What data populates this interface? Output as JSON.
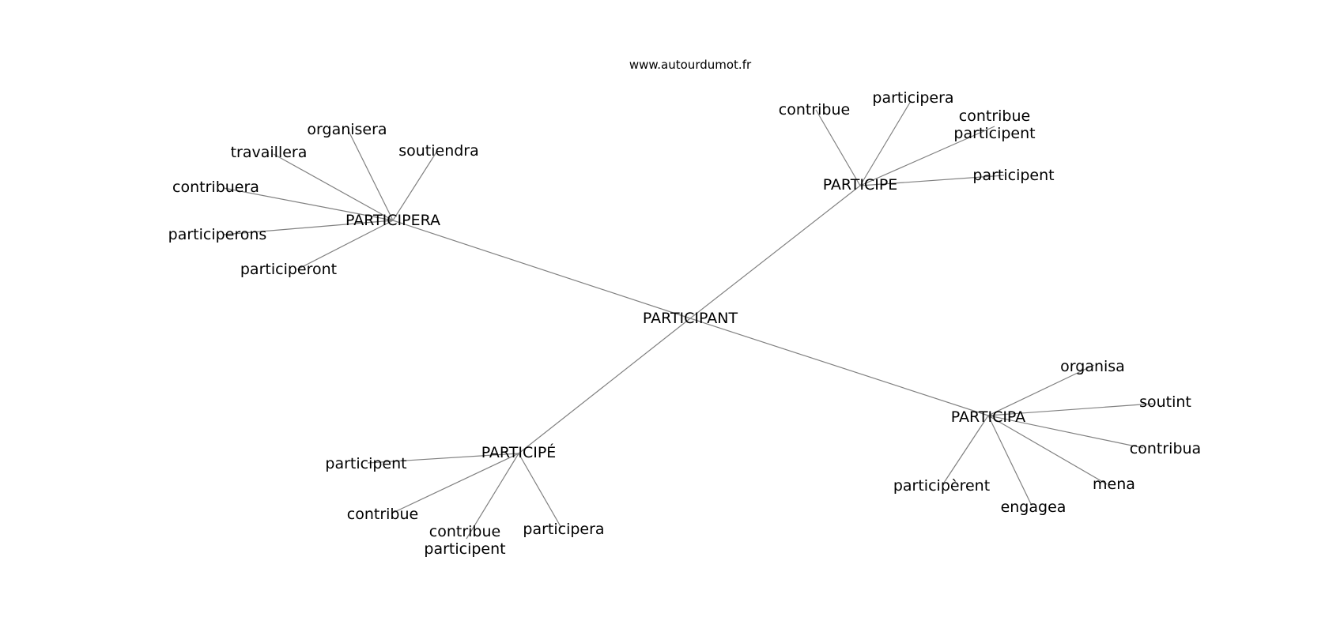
{
  "watermark": "www.autourdumot.fr",
  "colors": {
    "edge": "#808080",
    "text": "#000000",
    "background": "#ffffff"
  },
  "graph": {
    "center": {
      "id": "center",
      "label": "PARTICIPANT"
    },
    "hubs": [
      {
        "id": "hub-participera-upper",
        "label": "PARTICIPERA",
        "leaves": [
          {
            "id": "leaf-organisera",
            "label": "organisera"
          },
          {
            "id": "leaf-soutiendra",
            "label": "soutiendra"
          },
          {
            "id": "leaf-travaillera",
            "label": "travaillera"
          },
          {
            "id": "leaf-contribuera",
            "label": "contribuera"
          },
          {
            "id": "leaf-participerons",
            "label": "participerons"
          },
          {
            "id": "leaf-participeront",
            "label": "participeront"
          }
        ]
      },
      {
        "id": "hub-participe",
        "label": "PARTICIPE",
        "leaves": [
          {
            "id": "leaf-pe-contribue",
            "label": "contribue"
          },
          {
            "id": "leaf-pe-participera",
            "label": "participera"
          },
          {
            "id": "leaf-pe-contribue-participent",
            "label": [
              "contribue",
              "participent"
            ]
          },
          {
            "id": "leaf-pe-participent",
            "label": "participent"
          }
        ]
      },
      {
        "id": "hub-participa",
        "label": "PARTICIPA",
        "leaves": [
          {
            "id": "leaf-organisa",
            "label": "organisa"
          },
          {
            "id": "leaf-soutint",
            "label": "soutint"
          },
          {
            "id": "leaf-contribua",
            "label": "contribua"
          },
          {
            "id": "leaf-mena",
            "label": "mena"
          },
          {
            "id": "leaf-engagea",
            "label": "engagea"
          },
          {
            "id": "leaf-participerent",
            "label": "participèrent"
          }
        ]
      },
      {
        "id": "hub-participe-accent",
        "label": "PARTICIPÉ",
        "leaves": [
          {
            "id": "leaf-pa-participent",
            "label": "participent"
          },
          {
            "id": "leaf-pa-contribue",
            "label": "contribue"
          },
          {
            "id": "leaf-pa-contribue-participent",
            "label": [
              "contribue",
              "participent"
            ]
          },
          {
            "id": "leaf-pa-participera",
            "label": "participera"
          }
        ]
      }
    ]
  }
}
